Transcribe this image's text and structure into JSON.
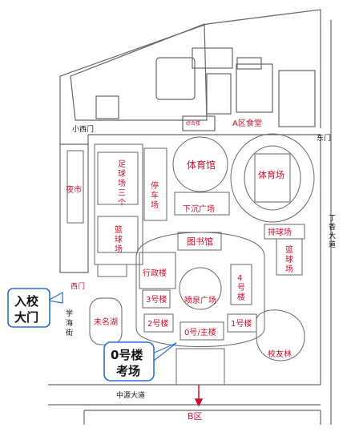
{
  "colors": {
    "label": "#c8102e",
    "outline": "#555555",
    "callout_border": "#2a6fd6",
    "callout_text": "#111111",
    "arrow": "#c8102e"
  },
  "labels": {
    "xiaoximen": "小西门",
    "dongmen": "东门",
    "ximen": "西门",
    "a_canteen": "A区食堂",
    "tiyuguan_left": "体育馆",
    "tiyuchang": "体育场",
    "yeshi": "夜市",
    "zuqiu_1": "足",
    "zuqiu_2": "球",
    "zuqiu_3": "场",
    "zuqiu_4": "三",
    "zuqiu_5": "个",
    "tingchechang_1": "停",
    "tingchechang_2": "车",
    "tingchechang_3": "场",
    "lanqiu_left_1": "篮",
    "lanqiu_left_2": "球",
    "lanqiu_left_3": "场",
    "xiachen": "下沉广场",
    "tushuguan": "图书馆",
    "paiqiu": "排球场",
    "lanqiu_right_1": "篮",
    "lanqiu_right_2": "球",
    "lanqiu_right_3": "场",
    "xingzheng": "行政楼",
    "penquan": "喷泉广场",
    "lou3": "3号楼",
    "lou4_1": "4",
    "lou4_2": "号",
    "lou4_3": "楼",
    "lou2": "2号楼",
    "lou1": "1号楼",
    "weiminghu": "未名湖",
    "zhulou": "0号/主楼",
    "xiaoyoulin": "校友林",
    "zhongyuan": "中源大道",
    "b_qu": "B区",
    "dingxiang_1": "丁",
    "dingxiang_2": "香",
    "dingxiang_3": "大",
    "dingxiang_4": "道",
    "xuehai_1": "学",
    "xuehai_2": "海",
    "xuehai_3": "街",
    "zonghelou": "综合楼"
  },
  "callouts": {
    "entrance_line1": "入校",
    "entrance_line2": "大门",
    "exam_line1": "0号楼",
    "exam_line2": "考场"
  }
}
